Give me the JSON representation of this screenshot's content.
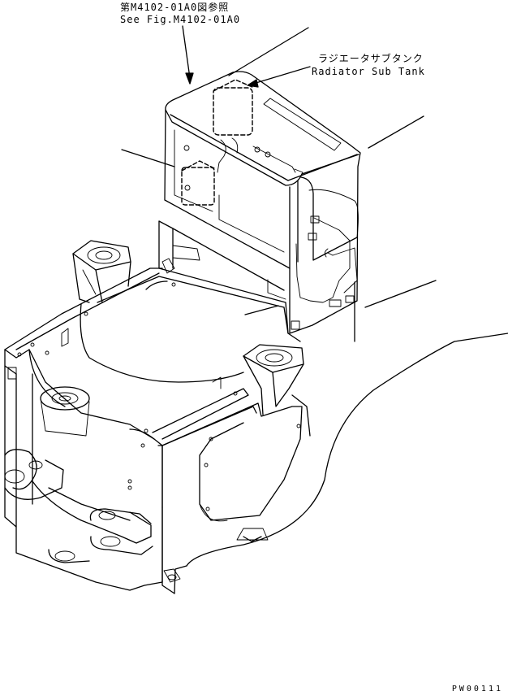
{
  "labels": {
    "figure_ref_jp": "第M4102-01A0図参照",
    "figure_ref_en": "See Fig.M4102-01A0",
    "radiator_sub_tank_jp": "ラジエータサブタンク",
    "radiator_sub_tank_en": "Radiator Sub Tank",
    "drawing_code": "PW00111"
  }
}
